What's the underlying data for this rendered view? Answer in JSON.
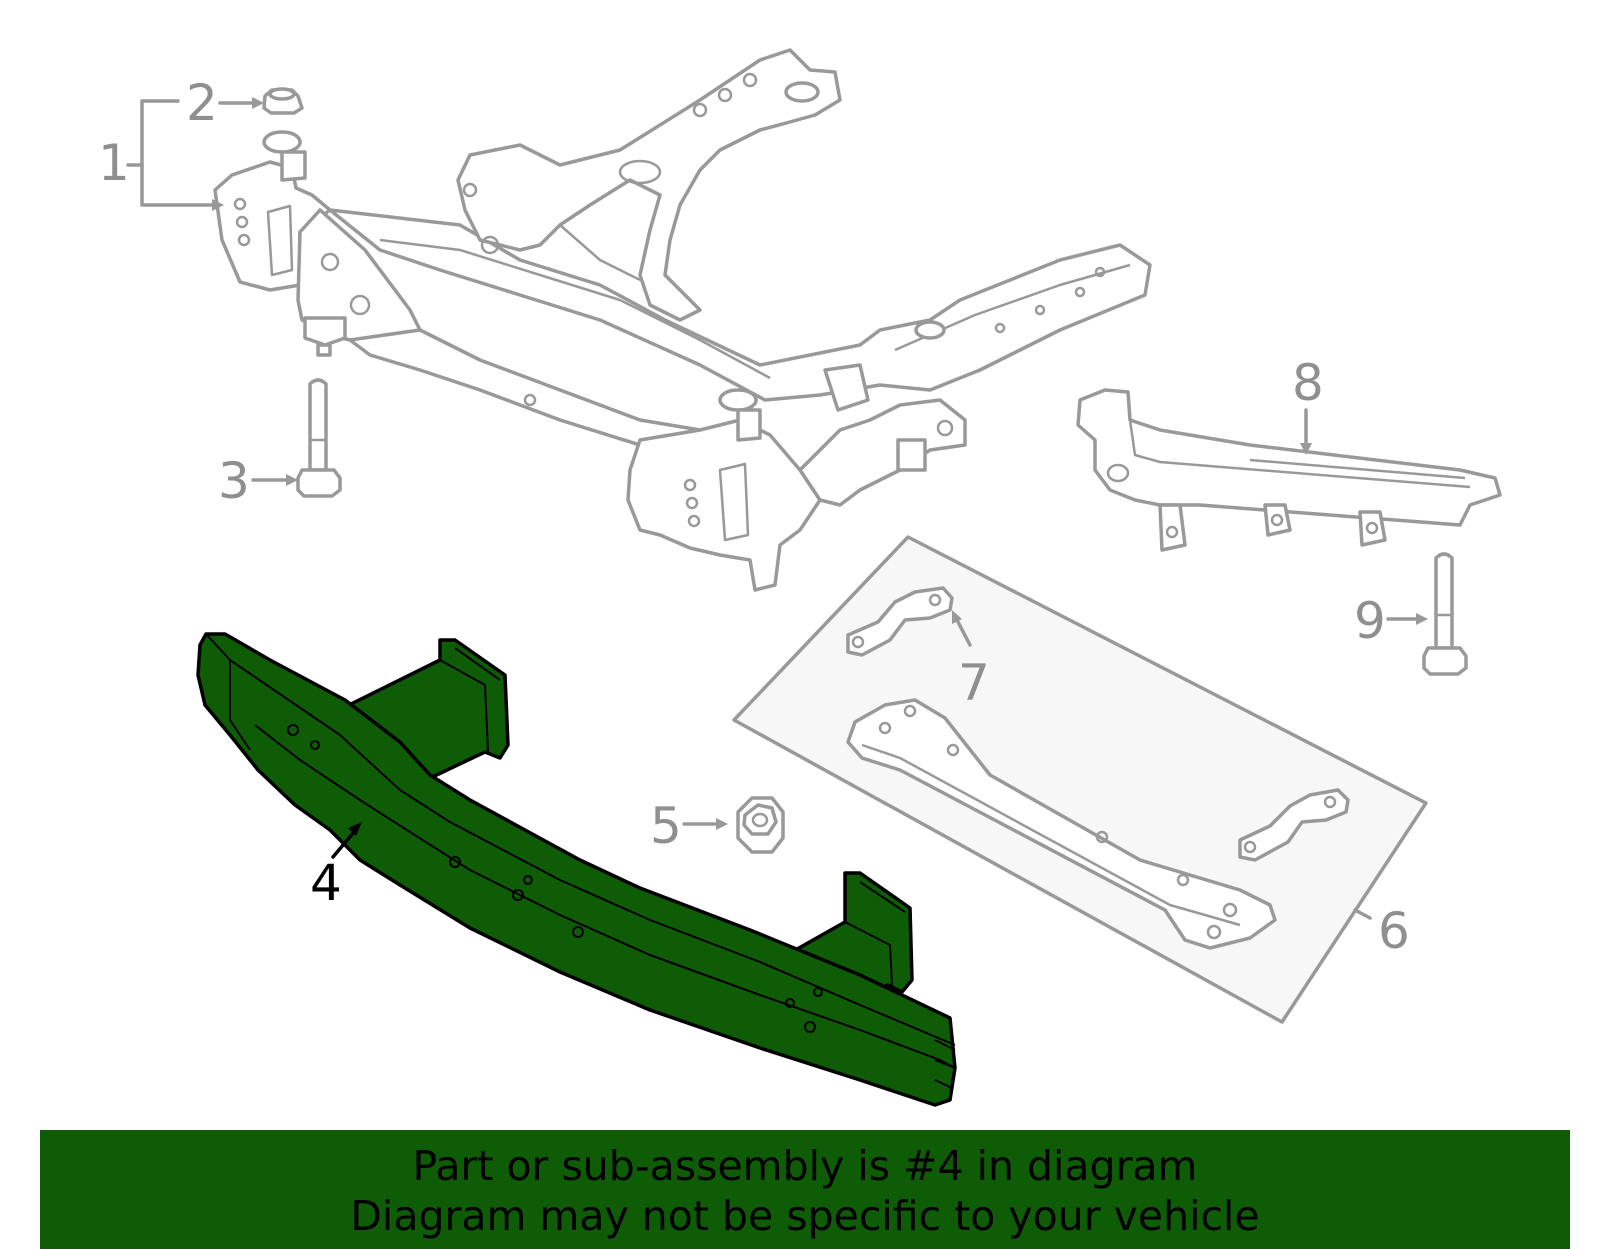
{
  "callouts": {
    "c1": "1",
    "c2": "2",
    "c3": "3",
    "c4": "4",
    "c5": "5",
    "c6": "6",
    "c7": "7",
    "c8": "8",
    "c9": "9"
  },
  "highlighted_part": "4",
  "colors": {
    "highlight_fill": "#0f5c06",
    "outline_gray": "#999999",
    "box_fill": "#f7f7f7",
    "banner_bg": "#0f5c06"
  },
  "banner": {
    "line1": "Part or sub-assembly is #4 in diagram",
    "line2": "Diagram may not be specific to your vehicle"
  }
}
